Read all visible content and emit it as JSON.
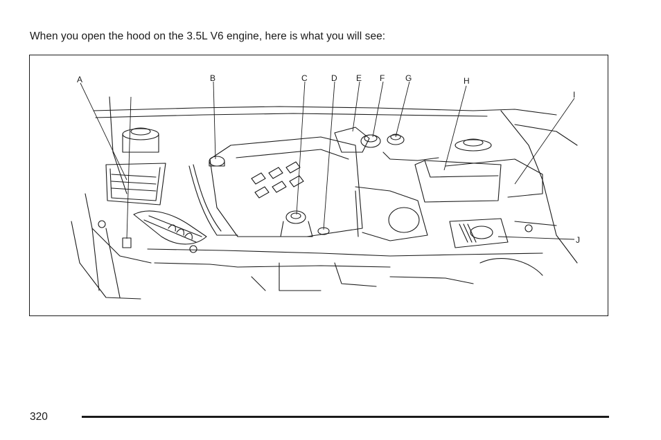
{
  "intro_text": "When you open the hood on the 3.5L V6 engine, here is what you will see:",
  "figure": {
    "callouts": [
      "A",
      "B",
      "C",
      "D",
      "E",
      "F",
      "G",
      "H",
      "I",
      "J"
    ]
  },
  "footer": {
    "page_number": "320"
  }
}
